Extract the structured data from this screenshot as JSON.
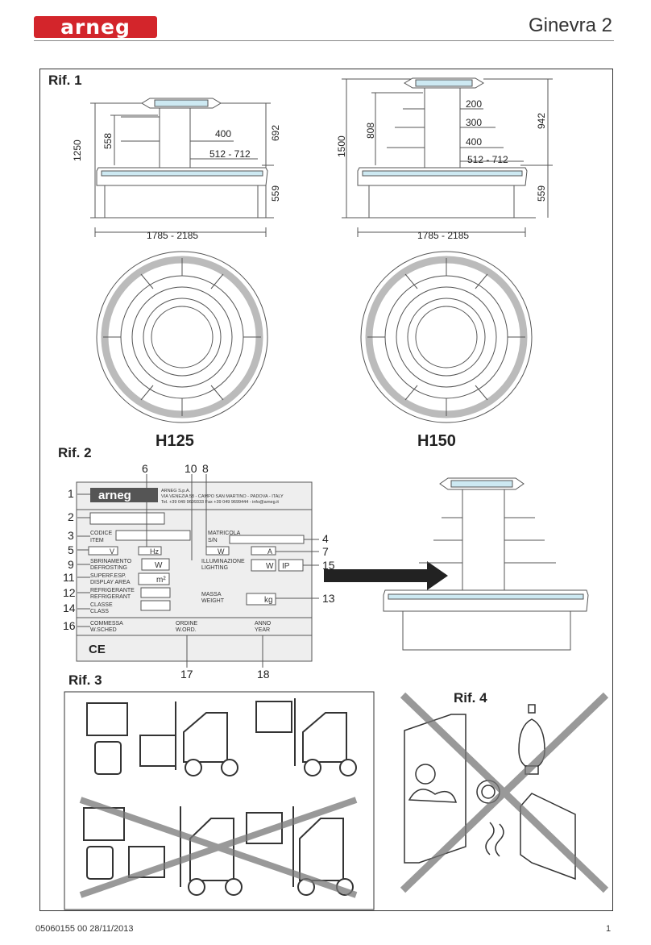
{
  "header": {
    "brand": "arneg",
    "title": "Ginevra 2"
  },
  "rif1": {
    "label": "Rif. 1",
    "left": {
      "model": "H125",
      "heights": [
        "1250",
        "558",
        "692",
        "559"
      ],
      "shelf": "400",
      "depth": "512 - 712",
      "width": "1785 - 2185"
    },
    "right": {
      "model": "H150",
      "heights": [
        "1500",
        "808",
        "942",
        "559"
      ],
      "shelves": [
        "200",
        "300",
        "400"
      ],
      "depth": "512 - 712",
      "width": "1785 - 2185"
    }
  },
  "rif2": {
    "label": "Rif. 2",
    "plate": {
      "company": "ARNEG S.p.A.",
      "address": "VIA VENEZIA 58 - CAMPO SAN MARTINO - PADOVA - ITALY",
      "contact": "Tel. +39 049 9699333 Fax +39 049 9699444 - info@arneg.it",
      "codice": "CODICE",
      "item": "ITEM",
      "matricola": "MATRICOLA",
      "sn": "S/N",
      "v": "V",
      "hz": "Hz",
      "w": "W",
      "a": "A",
      "ip": "IP",
      "m2": "m²",
      "kg": "kg",
      "sbrinamento": "SBRINAMENTO",
      "defrosting": "DEFROSTING",
      "illuminazione": "ILLUMINAZIONE",
      "lighting": "LIGHTING",
      "superf": "SUPERF.ESP.",
      "display": "DISPLAY AREA",
      "refrigerante": "REFRIGERANTE",
      "refrigerant": "REFRIGERANT",
      "massa": "MASSA",
      "weight": "WEIGHT",
      "classe": "CLASSE",
      "class": "CLASS",
      "commessa": "COMMESSA",
      "wsched": "W.SCHED",
      "ordine": "ORDINE",
      "word": "W.ORD.",
      "anno": "ANNO",
      "year": "YEAR",
      "ce": "CE"
    },
    "callouts": [
      "1",
      "2",
      "3",
      "4",
      "5",
      "6",
      "7",
      "8",
      "9",
      "10",
      "11",
      "12",
      "13",
      "14",
      "15",
      "16",
      "17",
      "18"
    ]
  },
  "rif3": {
    "label": "Rif. 3"
  },
  "rif4": {
    "label": "Rif. 4"
  },
  "footer": {
    "code": "05060155  00  28/11/2013",
    "page": "1"
  }
}
